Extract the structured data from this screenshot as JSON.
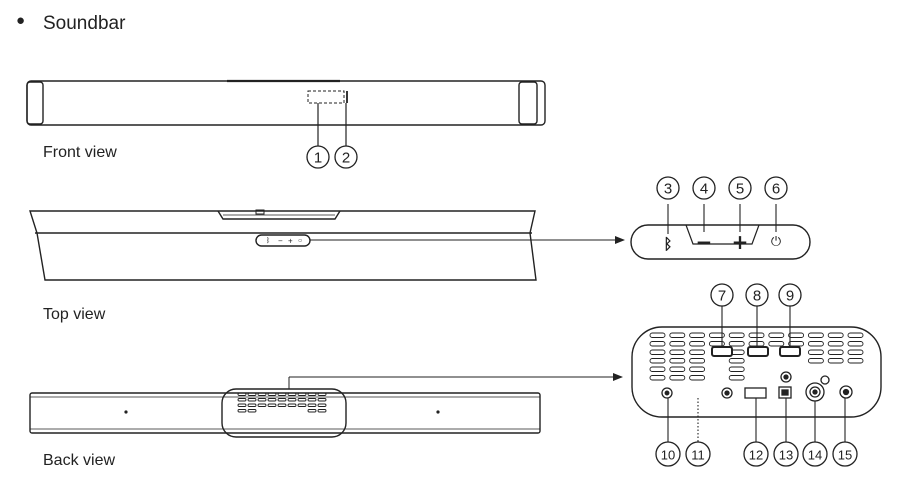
{
  "section": {
    "bullet": "●",
    "title": "Soundbar"
  },
  "views": {
    "front": "Front view",
    "top": "Top view",
    "back": "Back view"
  },
  "callouts": [
    "1",
    "2",
    "3",
    "4",
    "5",
    "6",
    "7",
    "8",
    "9",
    "10",
    "11",
    "12",
    "13",
    "14",
    "15"
  ],
  "button_symbols": {
    "bluetooth": "ᛒ",
    "volume_down": "−",
    "volume_up": "+",
    "power": "⏻"
  }
}
